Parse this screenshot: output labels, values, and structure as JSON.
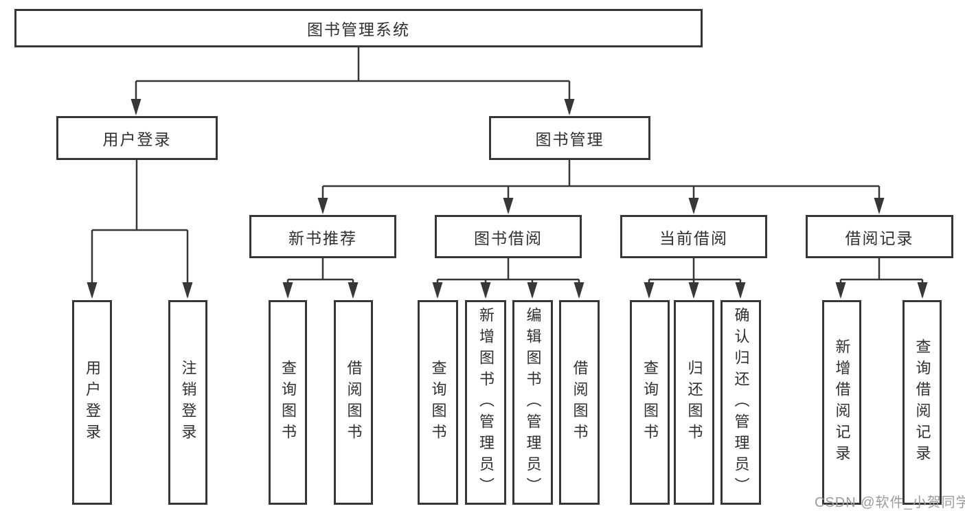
{
  "diagram": {
    "title": "图书管理系统",
    "root": {
      "label": "图书管理系统"
    },
    "level2": [
      {
        "label": "用户登录"
      },
      {
        "label": "图书管理"
      }
    ],
    "level3": [
      {
        "label": "新书推荐",
        "parent": "图书管理"
      },
      {
        "label": "图书借阅",
        "parent": "图书管理"
      },
      {
        "label": "当前借阅",
        "parent": "图书管理"
      },
      {
        "label": "借阅记录",
        "parent": "图书管理"
      }
    ],
    "leaves": [
      {
        "label": "用户登录",
        "parent": "用户登录"
      },
      {
        "label": "注销登录",
        "parent": "用户登录"
      },
      {
        "label": "查询图书",
        "parent": "新书推荐"
      },
      {
        "label": "借阅图书",
        "parent": "新书推荐"
      },
      {
        "label": "查询图书",
        "parent": "图书借阅"
      },
      {
        "label": "新增图书（管理员）",
        "parent": "图书借阅"
      },
      {
        "label": "编辑图书（管理员）",
        "parent": "图书借阅"
      },
      {
        "label": "借阅图书",
        "parent": "图书借阅"
      },
      {
        "label": "查询图书",
        "parent": "当前借阅"
      },
      {
        "label": "归还图书",
        "parent": "当前借阅"
      },
      {
        "label": "确认归还（管理员）",
        "parent": "当前借阅"
      },
      {
        "label": "新增借阅记录",
        "parent": "借阅记录"
      },
      {
        "label": "查询借阅记录",
        "parent": "借阅记录"
      }
    ]
  },
  "watermark": {
    "text": "CSDN @软件_小贺同学"
  },
  "colors": {
    "line": "#373737",
    "box_border": "#373737",
    "text": "#303030",
    "watermark": "#9c9c9c",
    "background": "#ffffff"
  }
}
